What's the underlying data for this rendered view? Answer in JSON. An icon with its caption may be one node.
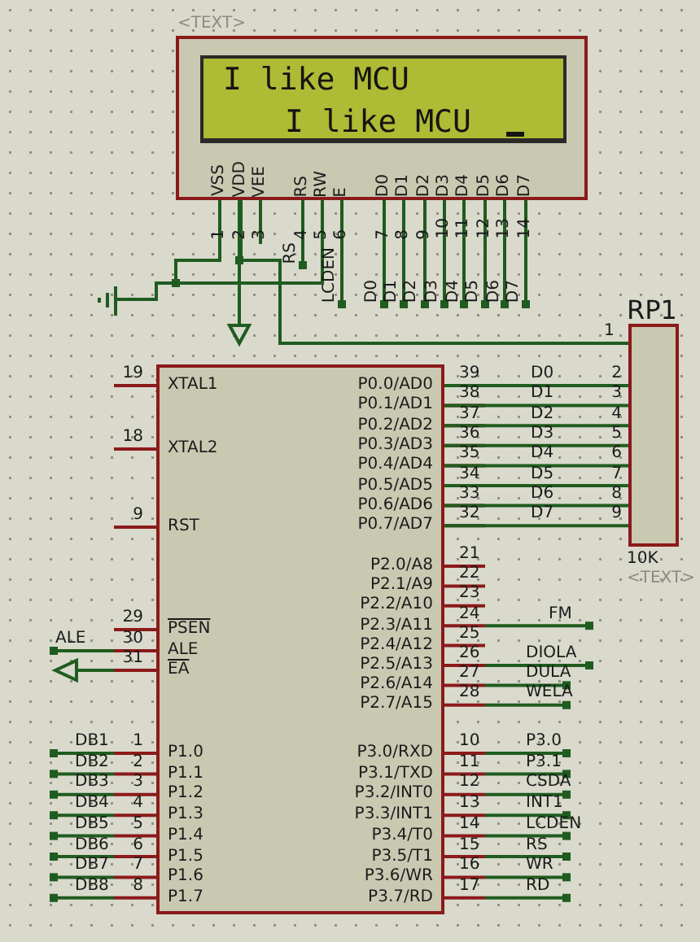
{
  "diagram": {
    "nodes": [
      {
        "text": [],
        "shape": "box",
        "beside": [
          "<TEXT>"
        ]
      },
      {
        "text": [
          "I like MCU",
          "I like MCU"
        ],
        "in": 0
      },
      {
        "text": [
          "RP1"
        ],
        "beside": [
          "10K",
          "<TEXT>"
        ]
      },
      {
        "text": [],
        "shape": "box"
      }
    ],
    "edges": [
      {
        "from": 0,
        "to": 2,
        "arrow": "none"
      },
      {
        "from": 3,
        "to": 2,
        "arrow": "none",
        "label": "D0"
      },
      {
        "from": 3,
        "to": 2,
        "arrow": "none",
        "label": "D1"
      },
      {
        "from": 3,
        "to": 2,
        "arrow": "none",
        "label": "D2"
      },
      {
        "from": 3,
        "to": 2,
        "arrow": "none",
        "label": "D3"
      },
      {
        "from": 3,
        "to": 2,
        "arrow": "none",
        "label": "D4"
      },
      {
        "from": 3,
        "to": 2,
        "arrow": "none",
        "label": "D5"
      },
      {
        "from": 3,
        "to": 2,
        "arrow": "none",
        "label": "D6"
      },
      {
        "from": 3,
        "to": 2,
        "arrow": "none",
        "label": "D7"
      }
    ],
    "labels": [
      "VSS",
      "VDD",
      "VEE",
      "RS",
      "RW",
      "E",
      "D0",
      "D1",
      "D2",
      "D3",
      "D4",
      "D5",
      "D6",
      "D7",
      "1",
      "2",
      "3",
      "4",
      "5",
      "6",
      "7",
      "8",
      "9",
      "10",
      "11",
      "12",
      "13",
      "14",
      "RS",
      "LCDEN",
      "D0",
      "D1",
      "D2",
      "D3",
      "D4",
      "D5",
      "D6",
      "D7",
      "1",
      "19",
      "XTAL1",
      "18",
      "XTAL2",
      "9",
      "RST",
      "29",
      "PSEN",
      "ALE",
      "30",
      "ALE",
      "31",
      "EA",
      "DB1",
      "1",
      "P1.0",
      "DB2",
      "2",
      "P1.1",
      "DB3",
      "3",
      "P1.2",
      "DB4",
      "4",
      "P1.3",
      "DB5",
      "5",
      "P1.4",
      "DB6",
      "6",
      "P1.5",
      "DB7",
      "7",
      "P1.6",
      "DB8",
      "8",
      "P1.7",
      "P0.0/AD0",
      "39",
      "2",
      "P0.1/AD1",
      "38",
      "3",
      "P0.2/AD2",
      "37",
      "4",
      "P0.3/AD3",
      "36",
      "5",
      "P0.4/AD4",
      "35",
      "6",
      "P0.5/AD5",
      "34",
      "7",
      "P0.6/AD6",
      "33",
      "8",
      "P0.7/AD7",
      "32",
      "9",
      "P2.0/A8",
      "21",
      "P2.1/A9",
      "22",
      "P2.2/A10",
      "23",
      "P2.3/A11",
      "24",
      "FM",
      "P2.4/A12",
      "25",
      "P2.5/A13",
      "26",
      "DIOLA",
      "P2.6/A14",
      "27",
      "DULA",
      "P2.7/A15",
      "28",
      "WELA",
      "P3.0/RXD",
      "10",
      "P3.0",
      "P3.1/TXD",
      "11",
      "P3.1",
      "P3.2/INT0",
      "12",
      "CSDA",
      "P3.3/INT1",
      "13",
      "INT1",
      "P3.4/T0",
      "14",
      "LCDEN",
      "P3.5/T1",
      "15",
      "RS",
      "P3.6/WR",
      "16",
      "WR",
      "P3.7/RD",
      "17",
      "RD"
    ]
  }
}
